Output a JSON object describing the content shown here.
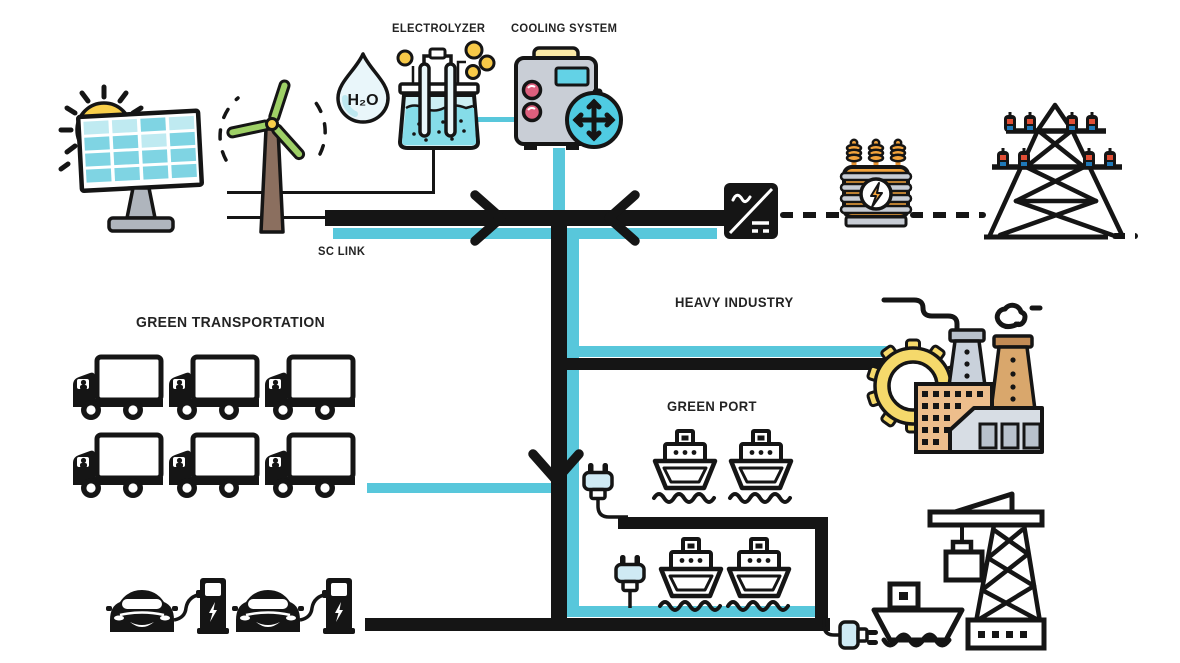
{
  "diagram": {
    "title": "Green hydrogen energy system diagram",
    "labels": {
      "electrolyzer": "ELECTROLYZER",
      "cooling_system": "COOLING SYSTEM",
      "sc_link": "SC LINK",
      "green_transportation": "GREEN TRANSPORTATION",
      "heavy_industry": "HEAVY INDUSTRY",
      "green_port": "GREEN PORT",
      "h2o": "H₂O"
    },
    "components": {
      "generation": [
        "solar-panel",
        "wind-turbine"
      ],
      "hydrogen_chain": [
        "water-droplet",
        "electrolyzer",
        "cooling-system"
      ],
      "grid_side": [
        "ac-dc-converter",
        "transformer",
        "transmission-tower"
      ],
      "loads": {
        "green_transportation_trucks": 6,
        "ev_cars": 2,
        "ev_charging_stations": 2,
        "heavy_industry_factory": 1,
        "green_port_ships": 4,
        "shore_power_plugs": 3,
        "cargo_ship": 1,
        "port_crane": 1
      }
    },
    "colors": {
      "line_black": "#151515",
      "line_cyan": "#58C7DB",
      "sun_yellow": "#F9CF4A",
      "panel_cell_cyan": "#7FD4E3",
      "bubble_yellow": "#F7C948",
      "liquid_cyan": "#85DCE8",
      "cooler_body_gray": "#C9CED6",
      "knob_pink": "#DD5F7D",
      "fan_cyan": "#4FCBE2",
      "transformer_orange": "#F2A33C",
      "insulator_red": "#E14E35",
      "insulator_blue": "#1F79B8",
      "gear_yellow": "#F5D96B",
      "chimney_brown": "#D9A76C",
      "building_tan": "#EDBE8C",
      "plug_tint": "#CFEAF4"
    }
  }
}
